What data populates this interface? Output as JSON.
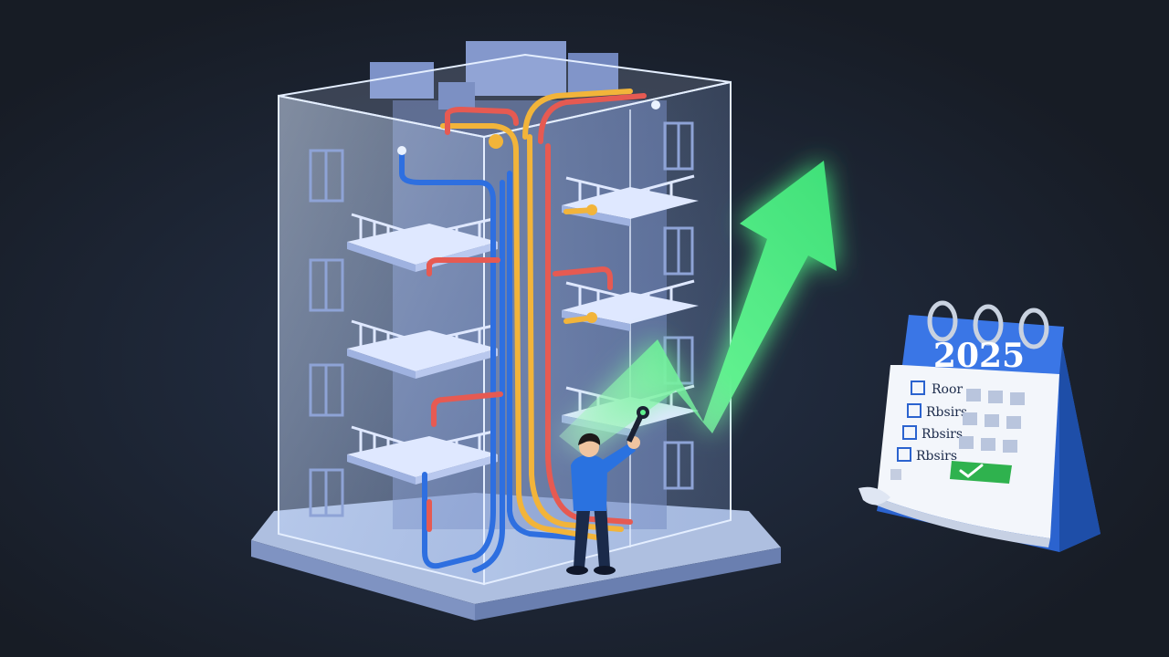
{
  "illustration": {
    "palette": {
      "background": "#1c222c",
      "glass": "#bcd6ff",
      "pipe_blue": "#2e6fe0",
      "pipe_red": "#e65a52",
      "pipe_yellow": "#f2b43a",
      "arrow_green": "#4be37a",
      "calendar_blue": "#2b63cf",
      "person_shirt": "#2a72e0"
    },
    "calendar": {
      "year": "2025",
      "tasks": [
        {
          "label": "Roor",
          "checked": false
        },
        {
          "label": "Rbsirs",
          "checked": false
        },
        {
          "label": "Rbsirs",
          "checked": false
        },
        {
          "label": "Rbsirs",
          "checked": false
        }
      ],
      "icons": [
        "calendar-ring-icon",
        "checkbox-icon",
        "checkmark-icon"
      ]
    },
    "trend_arrow": {
      "direction": "up",
      "icon": "trend-up-arrow-icon"
    },
    "figure": {
      "icon": "person-with-wrench-icon",
      "tool_icon": "wrench-icon"
    }
  }
}
